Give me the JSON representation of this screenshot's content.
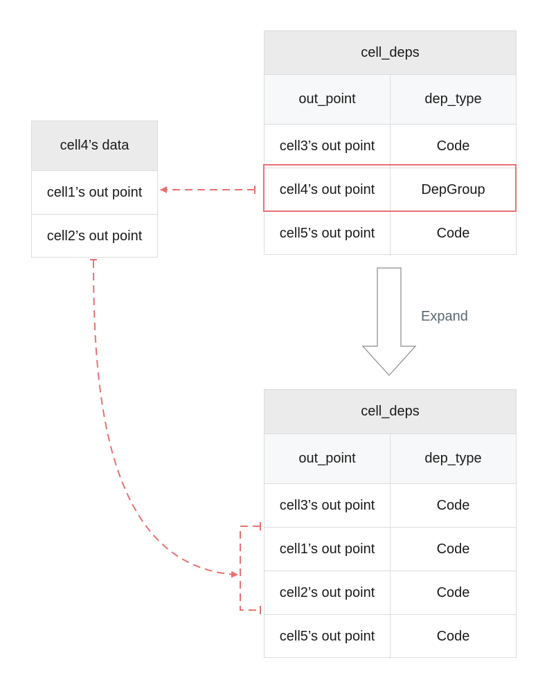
{
  "cell4_data_table": {
    "header": "cell4’s data",
    "rows": [
      "cell1’s out point",
      "cell2’s out point"
    ]
  },
  "cell_deps_before": {
    "header": "cell_deps",
    "columns": [
      "out_point",
      "dep_type"
    ],
    "rows": [
      [
        "cell3’s out point",
        "Code"
      ],
      [
        "cell4’s out point",
        "DepGroup"
      ],
      [
        "cell5’s out point",
        "Code"
      ]
    ]
  },
  "expand_label": "Expand",
  "cell_deps_after": {
    "header": "cell_deps",
    "columns": [
      "out_point",
      "dep_type"
    ],
    "rows": [
      [
        "cell3’s out point",
        "Code"
      ],
      [
        "cell1’s out point",
        "Code"
      ],
      [
        "cell2’s out point",
        "Code"
      ],
      [
        "cell5’s out point",
        "Code"
      ]
    ]
  },
  "colors": {
    "connector": "#ec6f6f",
    "header_bg": "#ebebeb",
    "border": "#dcdcdc",
    "label": "#5b6670"
  }
}
